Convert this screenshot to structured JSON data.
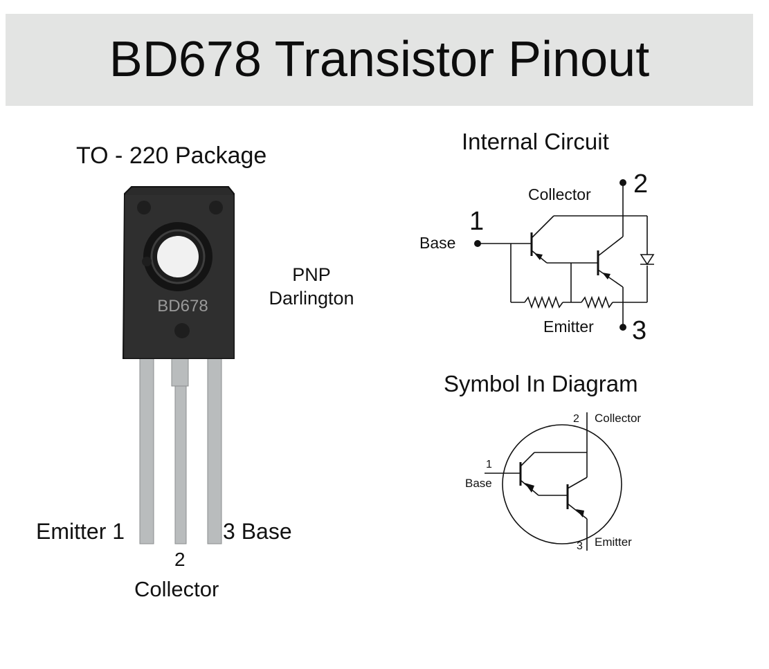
{
  "header": {
    "title": "BD678 Transistor Pinout"
  },
  "package": {
    "title": "TO - 220 Package",
    "marking": "BD678",
    "type_line1": "PNP",
    "type_line2": "Darlington",
    "pins": {
      "emitter": "Emitter 1",
      "base": "3 Base",
      "collector_number": "2",
      "collector_label": "Collector"
    }
  },
  "internal_circuit": {
    "title": "Internal Circuit",
    "base_label": "Base",
    "base_number": "1",
    "collector_label": "Collector",
    "collector_number": "2",
    "emitter_label": "Emitter",
    "emitter_number": "3"
  },
  "symbol": {
    "title": "Symbol In Diagram",
    "base_number": "1",
    "base_label": "Base",
    "collector_number": "2",
    "collector_label": "Collector",
    "emitter_number": "3",
    "emitter_label": "Emitter"
  },
  "colors": {
    "title_band": "#e3e4e3",
    "package_body": "#2b2b2b",
    "pin_metal": "#b9bcbd"
  }
}
